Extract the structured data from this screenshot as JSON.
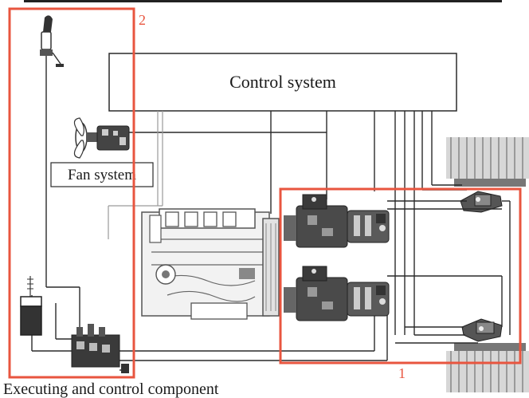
{
  "labels": {
    "control_system": "Control system",
    "fan_system": "Fan system",
    "executing_component": "Executing and control component",
    "region_1": "1",
    "region_2": "2"
  },
  "colors": {
    "highlight": "#e8553f",
    "line": "#2a2a2a",
    "component": "#3a3a3a",
    "engine": "#555555",
    "tire": "#bbbbbb",
    "background": "#ffffff"
  },
  "icons": {
    "joystick": "joystick-icon",
    "fan": "fan-icon",
    "engine": "engine-icon",
    "pump": "hydraulic-pump-icon",
    "motor": "hydraulic-motor-icon",
    "tank": "oil-tank-icon",
    "valve": "control-valve-icon",
    "wheel": "wheel-icon"
  }
}
